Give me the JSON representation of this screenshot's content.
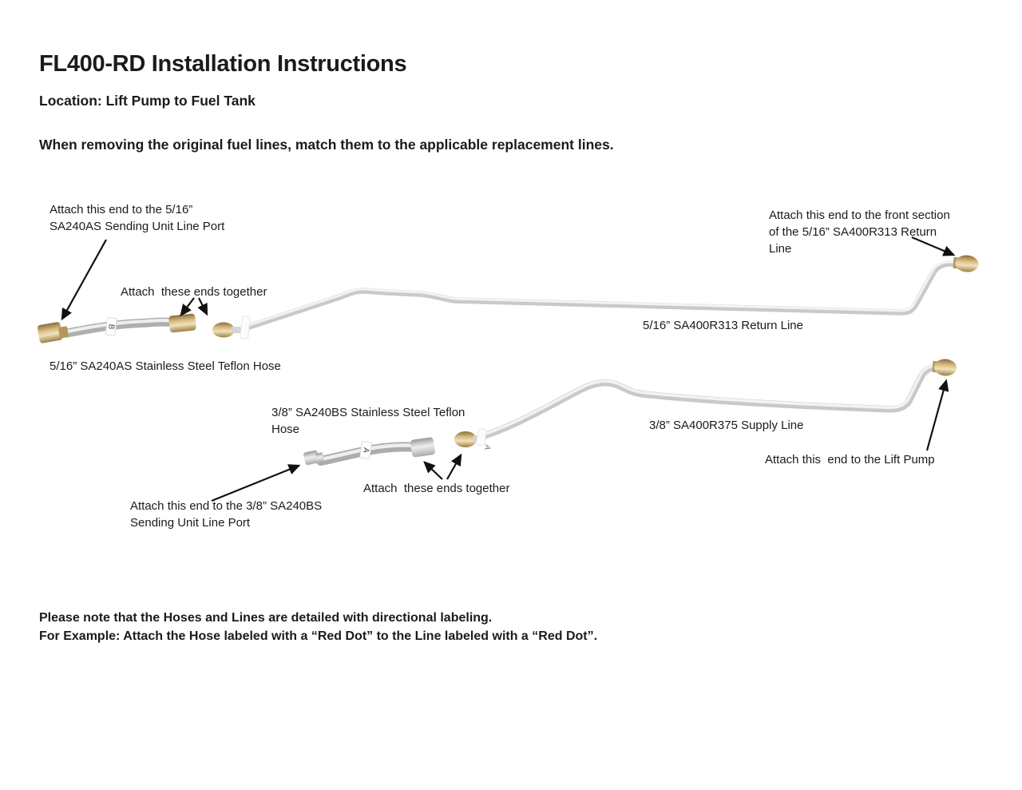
{
  "header": {
    "title": "FL400-RD Installation Instructions",
    "location": "Location: Lift Pump to Fuel Tank",
    "instruction": "When removing the original fuel lines, match them to the applicable replacement lines."
  },
  "diagram": {
    "annotations": {
      "top_left": "Attach this end to the 5/16”\nSA240AS Sending Unit Line Port",
      "together_top": "Attach  these ends together",
      "top_right": "Attach this end to the front section\nof the 5/16” SA400R313 Return\nLine",
      "return_line_label": "5/16” SA400R313 Return Line",
      "hose_516_label": "5/16” SA240AS Stainless Steel Teflon Hose",
      "hose_38_label": "3/8” SA240BS Stainless Steel Teflon\nHose",
      "supply_line_label": "3/8” SA400R375 Supply Line",
      "lift_pump": "Attach this  end to the Lift Pump",
      "together_bottom": "Attach  these ends together",
      "bottom_left": "Attach this end to the 3/8” SA240BS\nSending Unit Line Port"
    },
    "tags": {
      "hose_516_tag": "B",
      "hose_38_tag": "A",
      "supply_line_tag": "A"
    },
    "colors": {
      "text": "#1b1b1b",
      "tube": "#c9c9c9",
      "tube_highlight": "#f3f3f3",
      "brass": "#c2a366",
      "steel": "#d9d9d9",
      "arrow": "#111111"
    }
  },
  "footer": {
    "note": "Please note that the Hoses and Lines are detailed with directional labeling.\nFor Example: Attach the Hose labeled with a “Red Dot” to the Line labeled with a “Red Dot”."
  }
}
